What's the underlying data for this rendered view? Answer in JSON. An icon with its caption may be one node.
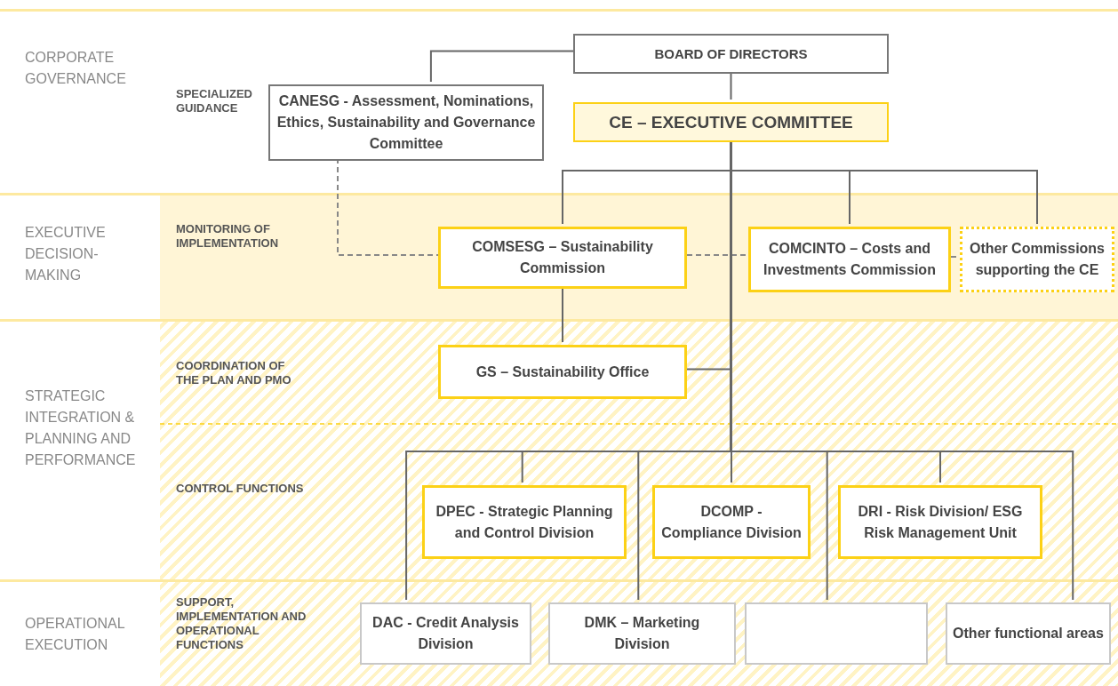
{
  "diagram": {
    "nodes": [
      {
        "text": [
          "CORPORATE GOVERNANCE",
          "SPECIALIZED GUIDANCE"
        ]
      },
      {
        "text": [
          "BOARD OF DIRECTORS"
        ],
        "in": 0
      },
      {
        "text": [
          "CANESG - Assessment, Nominations, Ethics, Sustainability and Governance Committee"
        ],
        "in": 0
      },
      {
        "text": [
          "CE – EXECUTIVE COMMITTEE"
        ],
        "in": 0
      },
      {
        "text": [
          "EXECUTIVE DECISION-MAKING",
          "MONITORING OF IMPLEMENTATION"
        ]
      },
      {
        "text": [
          "COMSESG – Sustainability Commission"
        ],
        "in": 4
      },
      {
        "text": [
          "COMCINTO – Costs and Investments Commission"
        ],
        "in": 4
      },
      {
        "text": [
          "Other Commissions supporting the CE"
        ],
        "in": 4
      },
      {
        "text": [
          "STRATEGIC INTEGRATION & PLANNING AND PERFORMANCE",
          "COORDINATION OF THE PLAN AND PMO",
          "CONTROL FUNCTIONS"
        ]
      },
      {
        "text": [
          "GS – Sustainability Office"
        ],
        "in": 8
      },
      {
        "text": [
          "DPEC - Strategic Planning and Control Division"
        ],
        "in": 8
      },
      {
        "text": [
          "DCOMP - Compliance Division"
        ],
        "in": 8
      },
      {
        "text": [
          "DRI - Risk Division/ ESG Risk Management Unit"
        ],
        "in": 8
      },
      {
        "text": [
          "OPERATIONAL EXECUTION",
          "SUPPORT, IMPLEMENTATION AND OPERATIONAL FUNCTIONS"
        ]
      },
      {
        "text": [
          "DAC - Credit Analysis Division"
        ],
        "in": 13
      },
      {
        "text": [
          "DMK – Marketing Division"
        ],
        "in": 13
      },
      {
        "text": [],
        "shape": "box",
        "in": 13
      },
      {
        "text": [
          "Other functional areas"
        ],
        "in": 13
      }
    ],
    "edges": [
      {
        "from": 1,
        "to": 3,
        "arrow": "none"
      },
      {
        "from": 1,
        "to": 2,
        "arrow": "none"
      },
      {
        "from": 2,
        "to": 5,
        "arrow": "none",
        "style": "dashed",
        "color": "#888888"
      },
      {
        "from": 3,
        "to": 5,
        "arrow": "none"
      },
      {
        "from": 3,
        "to": 6,
        "arrow": "none"
      },
      {
        "from": 3,
        "to": 7,
        "arrow": "none"
      },
      {
        "from": 5,
        "to": 6,
        "arrow": "none",
        "style": "dashed",
        "color": "#888888"
      },
      {
        "from": 6,
        "to": 7,
        "arrow": "none",
        "style": "dashed",
        "color": "#888888"
      },
      {
        "from": 5,
        "to": 9,
        "arrow": "none"
      },
      {
        "from": 3,
        "to": 9,
        "arrow": "none"
      },
      {
        "from": 3,
        "to": 10,
        "arrow": "none"
      },
      {
        "from": 3,
        "to": 11,
        "arrow": "none"
      },
      {
        "from": 3,
        "to": 12,
        "arrow": "none"
      },
      {
        "from": 3,
        "to": 14,
        "arrow": "none"
      },
      {
        "from": 3,
        "to": 15,
        "arrow": "none"
      },
      {
        "from": 3,
        "to": 16,
        "arrow": "none"
      },
      {
        "from": 3,
        "to": 17,
        "arrow": "none"
      }
    ]
  }
}
